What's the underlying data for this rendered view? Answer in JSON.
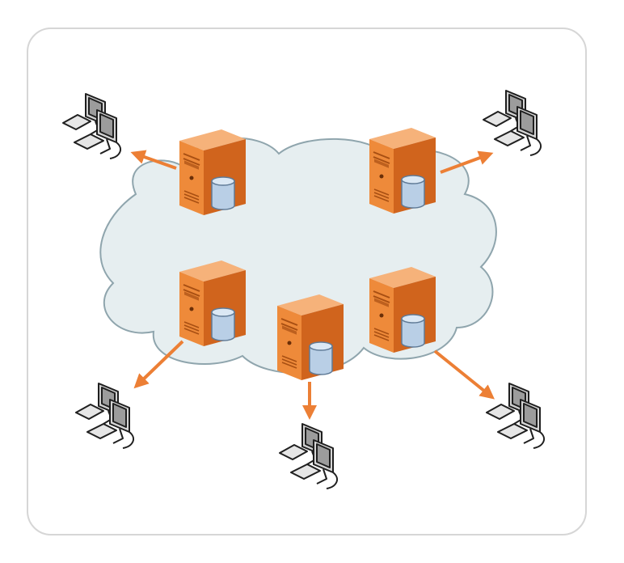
{
  "colors": {
    "background": "#ffffff",
    "frame_border": "#d6d6d6",
    "cloud_fill": "#e6eef0",
    "cloud_stroke": "#8fa5ad",
    "server_front": "#ee8a3a",
    "server_side": "#d0641d",
    "server_top": "#f6b27a",
    "arrow": "#ec7f35",
    "database": "#b9cfe6",
    "computer": "#d2d2d2"
  },
  "nodes": {
    "servers": [
      {
        "id": "server-top-left",
        "icon": "server-with-database-icon"
      },
      {
        "id": "server-top-right",
        "icon": "server-with-database-icon"
      },
      {
        "id": "server-mid-left",
        "icon": "server-with-database-icon"
      },
      {
        "id": "server-center",
        "icon": "server-with-database-icon"
      },
      {
        "id": "server-mid-right",
        "icon": "server-with-database-icon"
      }
    ],
    "clients": [
      {
        "id": "client-top-left",
        "icon": "desktop-computer-icon"
      },
      {
        "id": "client-top-right",
        "icon": "desktop-computer-icon"
      },
      {
        "id": "client-bottom-left",
        "icon": "desktop-computer-icon"
      },
      {
        "id": "client-bottom-center",
        "icon": "desktop-computer-icon"
      },
      {
        "id": "client-bottom-right",
        "icon": "desktop-computer-icon"
      }
    ]
  },
  "edges": [
    {
      "from": "server-top-left",
      "to": "client-top-left"
    },
    {
      "from": "server-top-right",
      "to": "client-top-right"
    },
    {
      "from": "server-mid-left",
      "to": "client-bottom-left"
    },
    {
      "from": "server-center",
      "to": "client-bottom-center"
    },
    {
      "from": "server-mid-right",
      "to": "client-bottom-right"
    }
  ]
}
